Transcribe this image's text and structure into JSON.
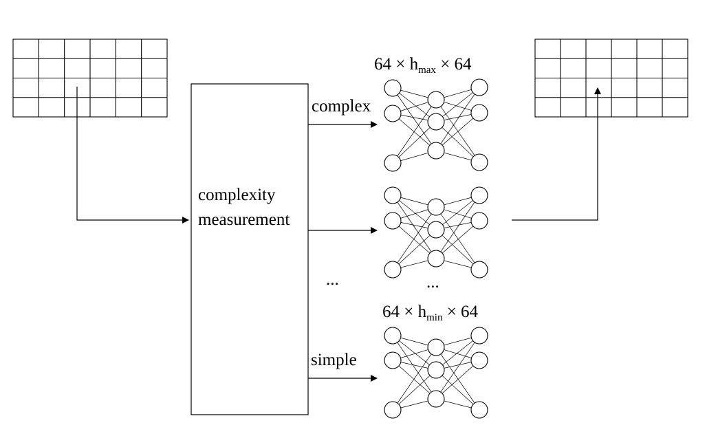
{
  "labels": {
    "complexity_line1": "complexity",
    "complexity_line2": "measurement",
    "complex": "complex",
    "simple": "simple",
    "ellipsis_left": "...",
    "ellipsis_right": "..."
  },
  "networks": {
    "top_label": {
      "prefix": "64 × h",
      "sub": "max",
      "suffix": " × 64"
    },
    "bottom_label": {
      "prefix": "64 × h",
      "sub": "min",
      "suffix": " × 64"
    },
    "layer_sizes": [
      3,
      3,
      3
    ]
  },
  "grids": {
    "rows": 4,
    "cols": 6
  }
}
